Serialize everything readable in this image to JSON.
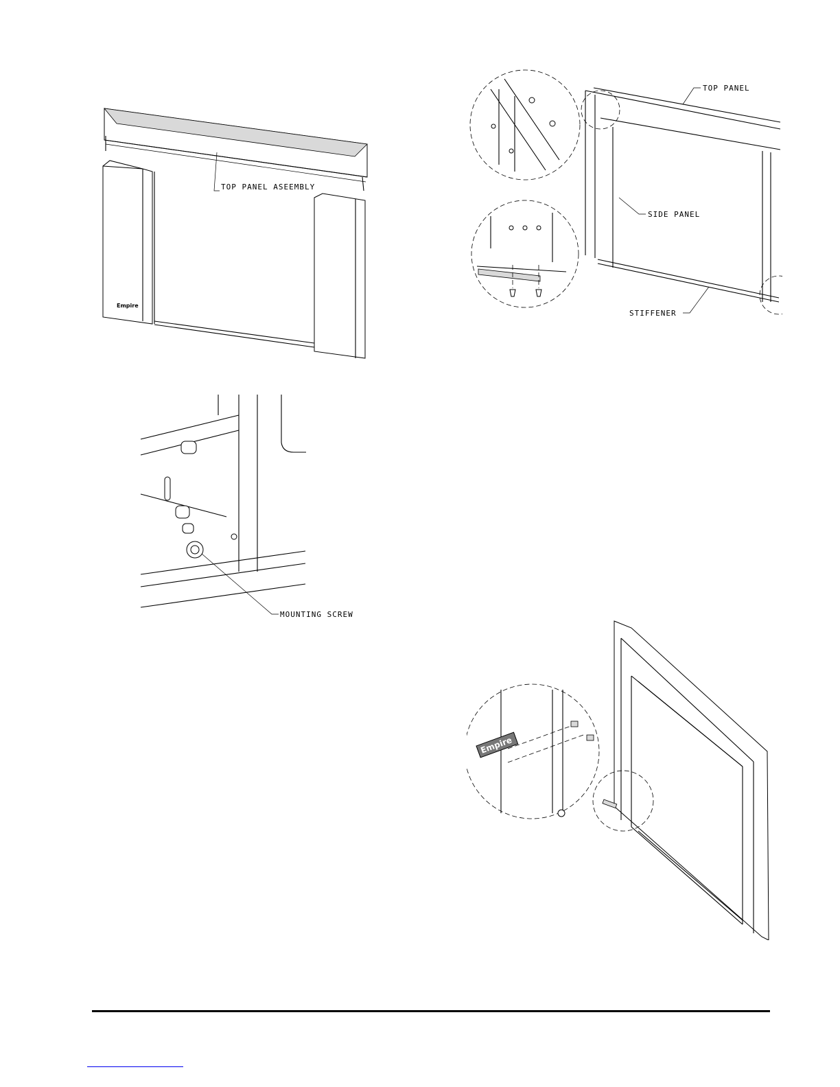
{
  "figures": {
    "top_panel_assembly": {
      "label": "TOP PANEL ASEEMBLY",
      "logo_text": "Empire"
    },
    "mounting_screw": {
      "label": "MOUNTING SCREW"
    },
    "frame_parts": {
      "top_label": "TOP PANEL",
      "side_label": "SIDE PANEL",
      "stiffener_label": "STIFFENER"
    },
    "logo_detail": {
      "logo_text": "Empire"
    }
  }
}
